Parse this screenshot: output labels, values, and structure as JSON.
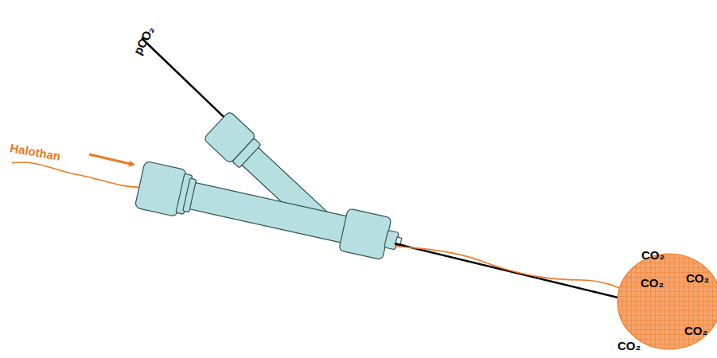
{
  "diagram": {
    "nodes": [
      {
        "text": [
          "CO₂"
        ]
      }
    ],
    "labels": [
      "Halothan",
      "pCO₂",
      "CO₂",
      "CO₂",
      "CO₂",
      "CO₂"
    ]
  }
}
